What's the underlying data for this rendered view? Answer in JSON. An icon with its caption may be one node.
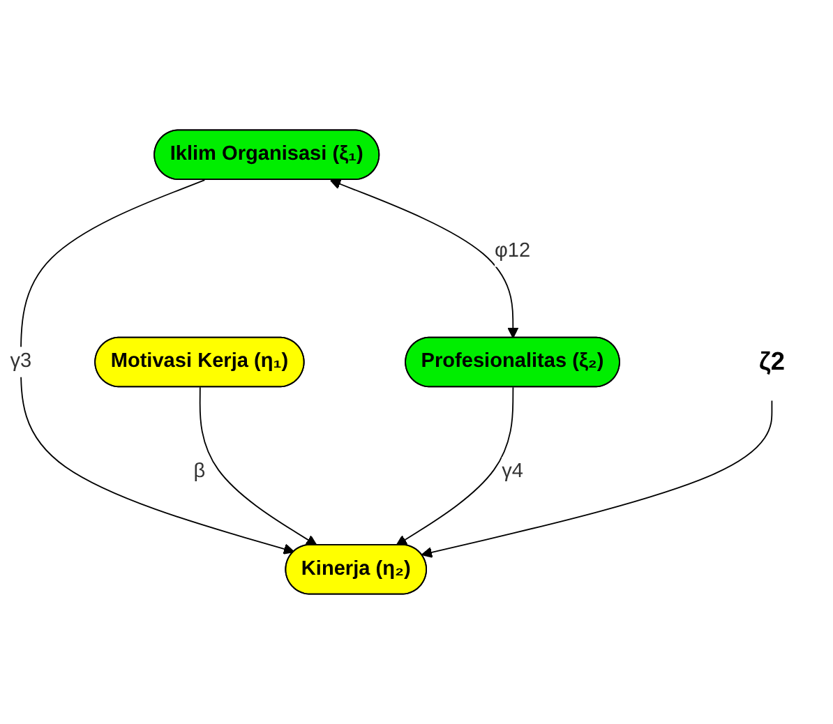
{
  "diagram": {
    "nodes": [
      {
        "text": [
          "Iklim Organisasi (ξ₁)"
        ]
      },
      {
        "text": [
          "Motivasi Kerja (η₁)"
        ]
      },
      {
        "text": [
          "Profesionalitas (ξ₂)"
        ]
      },
      {
        "text": [
          "Kinerja (η₂)"
        ]
      },
      {
        "text": [
          "ζ2"
        ]
      }
    ],
    "edges": [
      {
        "from": 0,
        "to": 2,
        "arrow": "both",
        "label": "φ12"
      },
      {
        "from": 0,
        "to": 3,
        "arrow": "to",
        "label": "γ3"
      },
      {
        "from": 1,
        "to": 3,
        "arrow": "to",
        "label": "β"
      },
      {
        "from": 2,
        "to": 3,
        "arrow": "to",
        "label": "γ4"
      },
      {
        "from": 4,
        "to": 3,
        "arrow": "to"
      }
    ]
  }
}
